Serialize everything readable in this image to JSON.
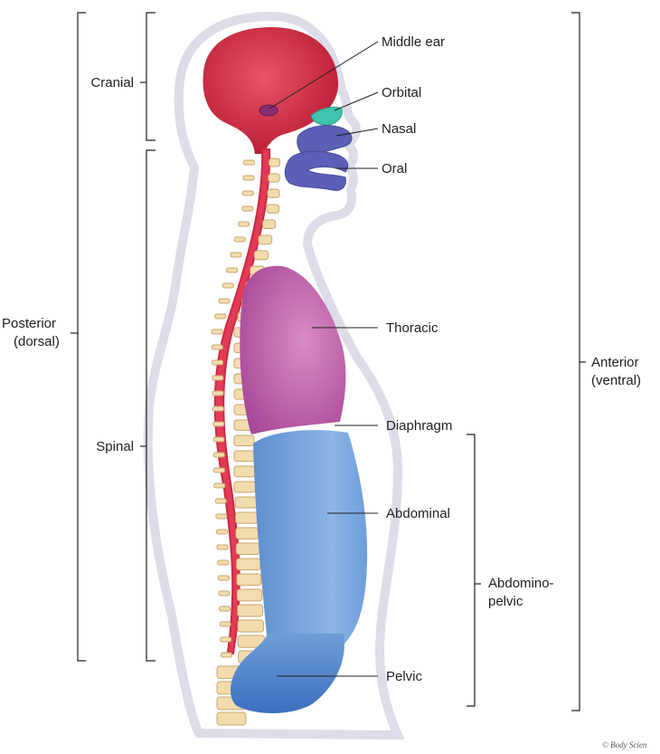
{
  "labels": {
    "cranial": "Cranial",
    "spinal": "Spinal",
    "posterior_1": "Posterior",
    "posterior_2": "(dorsal)",
    "anterior_1": "Anterior",
    "anterior_2": "(ventral)",
    "middle_ear": "Middle ear",
    "orbital": "Orbital",
    "nasal": "Nasal",
    "oral": "Oral",
    "thoracic": "Thoracic",
    "diaphragm": "Diaphragm",
    "abdominal": "Abdominal",
    "abdominopelvic_1": "Abdomino-",
    "abdominopelvic_2": "pelvic",
    "pelvic": "Pelvic"
  },
  "credit": "© Body Scien",
  "colors": {
    "cranial": "#cc2236",
    "spinal_cord": "#e23b55",
    "orbital": "#3fc4ad",
    "nasal_oral": "#5b5fb5",
    "thoracic": "#c86fb2",
    "abdominal": "#6f9ed8",
    "pelvic": "#4a7fc9",
    "vertebra": "#f2dcae",
    "body_outline": "#dfe0ea",
    "body_fill": "#ffffff"
  }
}
